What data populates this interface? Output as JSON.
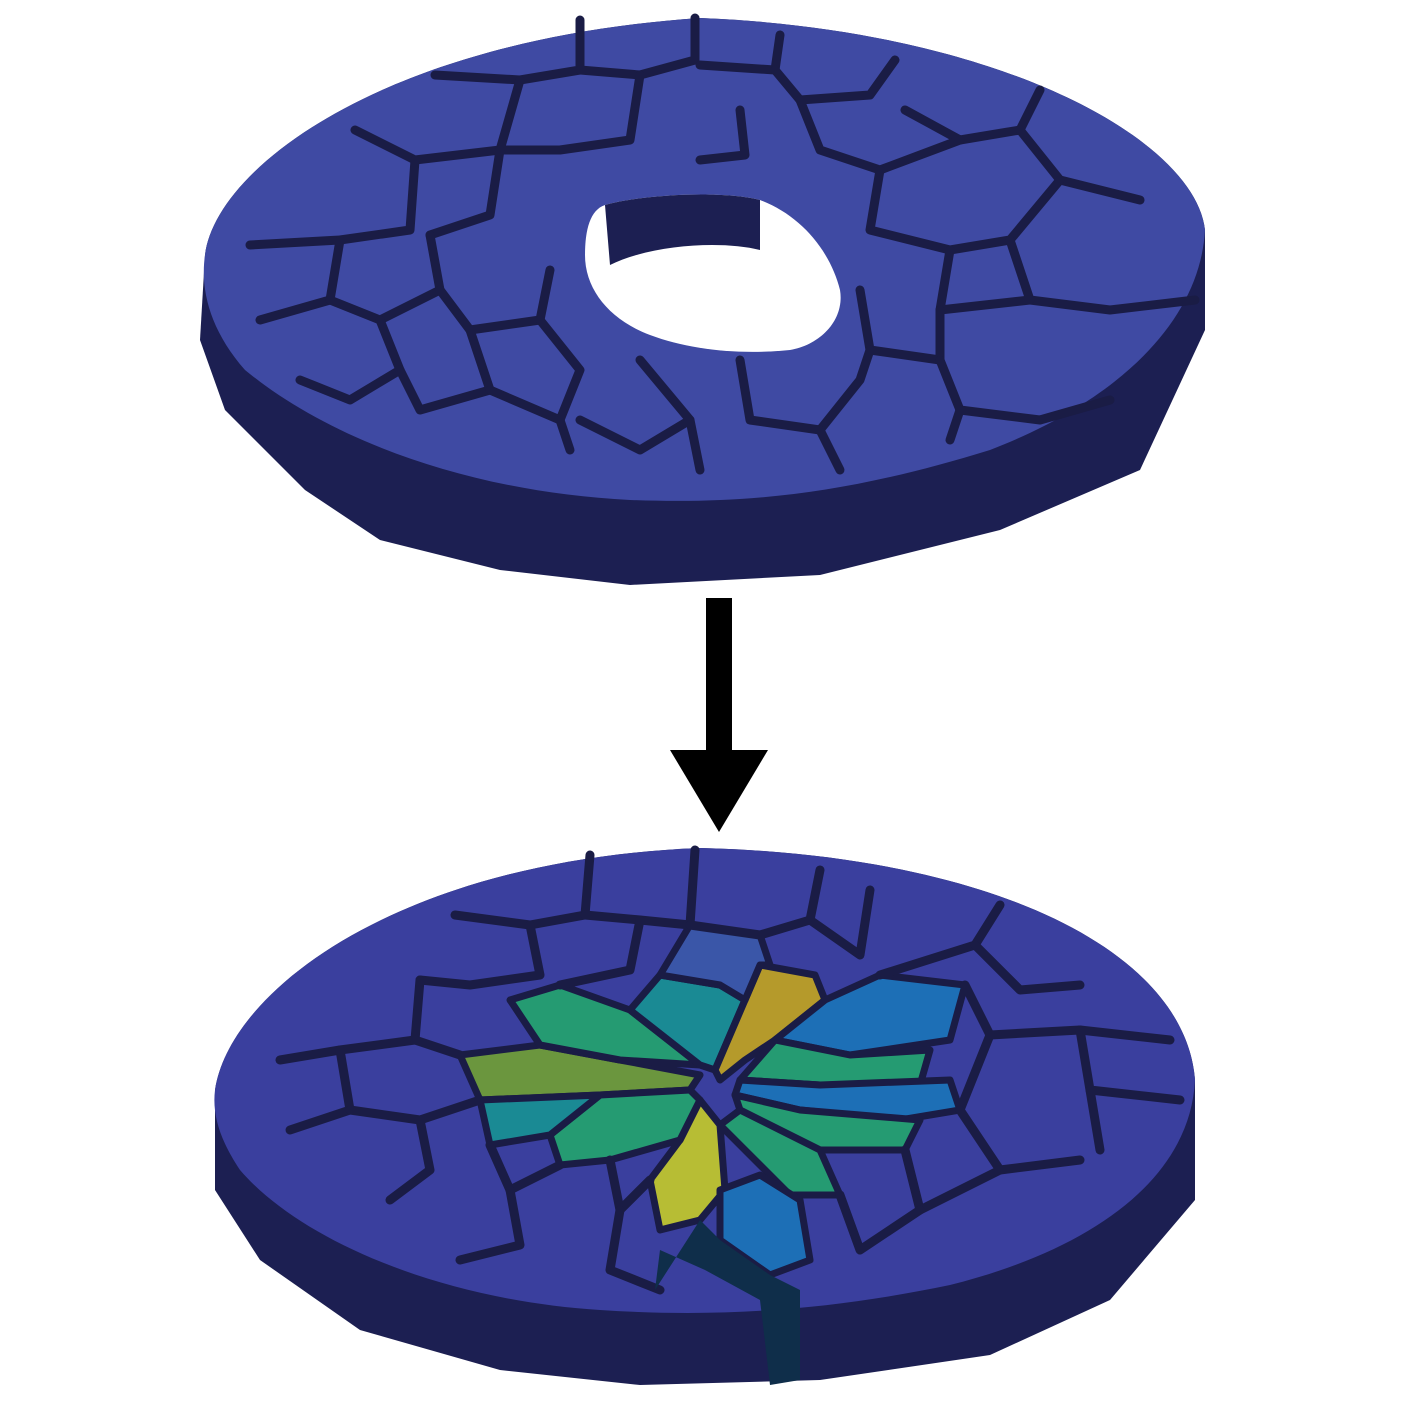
{
  "figure": {
    "top_panel": {
      "state": "before",
      "description_hidden": true
    },
    "bottom_panel": {
      "state": "after"
    },
    "arrow_direction": "down"
  },
  "colors": {
    "background": "#ffffff",
    "cell_top": "#3f4aa3",
    "cell_top_alt": "#3a3f9e",
    "cell_side": "#1c1f52",
    "cell_border": "#1a1c45",
    "arrow": "#000000",
    "teal": "#1a8a94",
    "green": "#259b72",
    "olive": "#6b963e",
    "mustard": "#b59a2b",
    "yellow": "#b7bd34",
    "blue_mid": "#1d6fb6",
    "blue_light": "#2a7fbf"
  },
  "icons": {
    "arrow": "down-arrow-icon"
  }
}
